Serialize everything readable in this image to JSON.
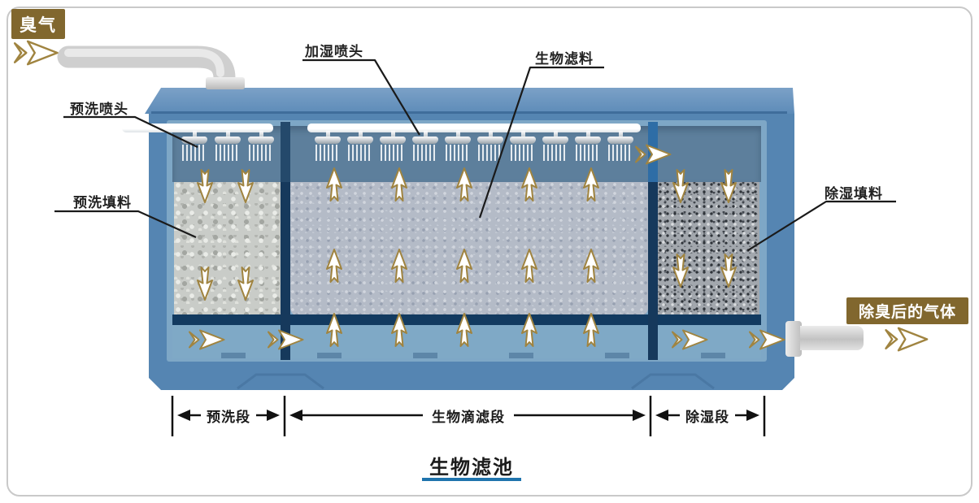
{
  "title": {
    "text": "生物滤池"
  },
  "inlet": {
    "label": "臭气"
  },
  "outlet": {
    "label": "除臭后的气体"
  },
  "callouts": {
    "prewash_nozzle": "预洗喷头",
    "prewash_media": "预洗填料",
    "humidify_nozzle": "加湿喷头",
    "bio_media": "生物滤料",
    "dehumid_media": "除湿填料"
  },
  "sections": {
    "prewash": "预洗段",
    "biotrickling": "生物滴滤段",
    "dehumid": "除湿段"
  },
  "colors": {
    "tank_wall": "#5585b2",
    "tank_top": "#7ba1c7",
    "headspace": "#5d7f9c",
    "plenum": "#7fa9c6",
    "divider_dark": "#16395c",
    "divider_light": "#2e6da6",
    "support_bar": "#123a60",
    "arrow_gold": "#a08440",
    "label_box_brown": "#81672e",
    "title_underline": "#1f74ad",
    "annotation_line": "#1a1a1a"
  }
}
